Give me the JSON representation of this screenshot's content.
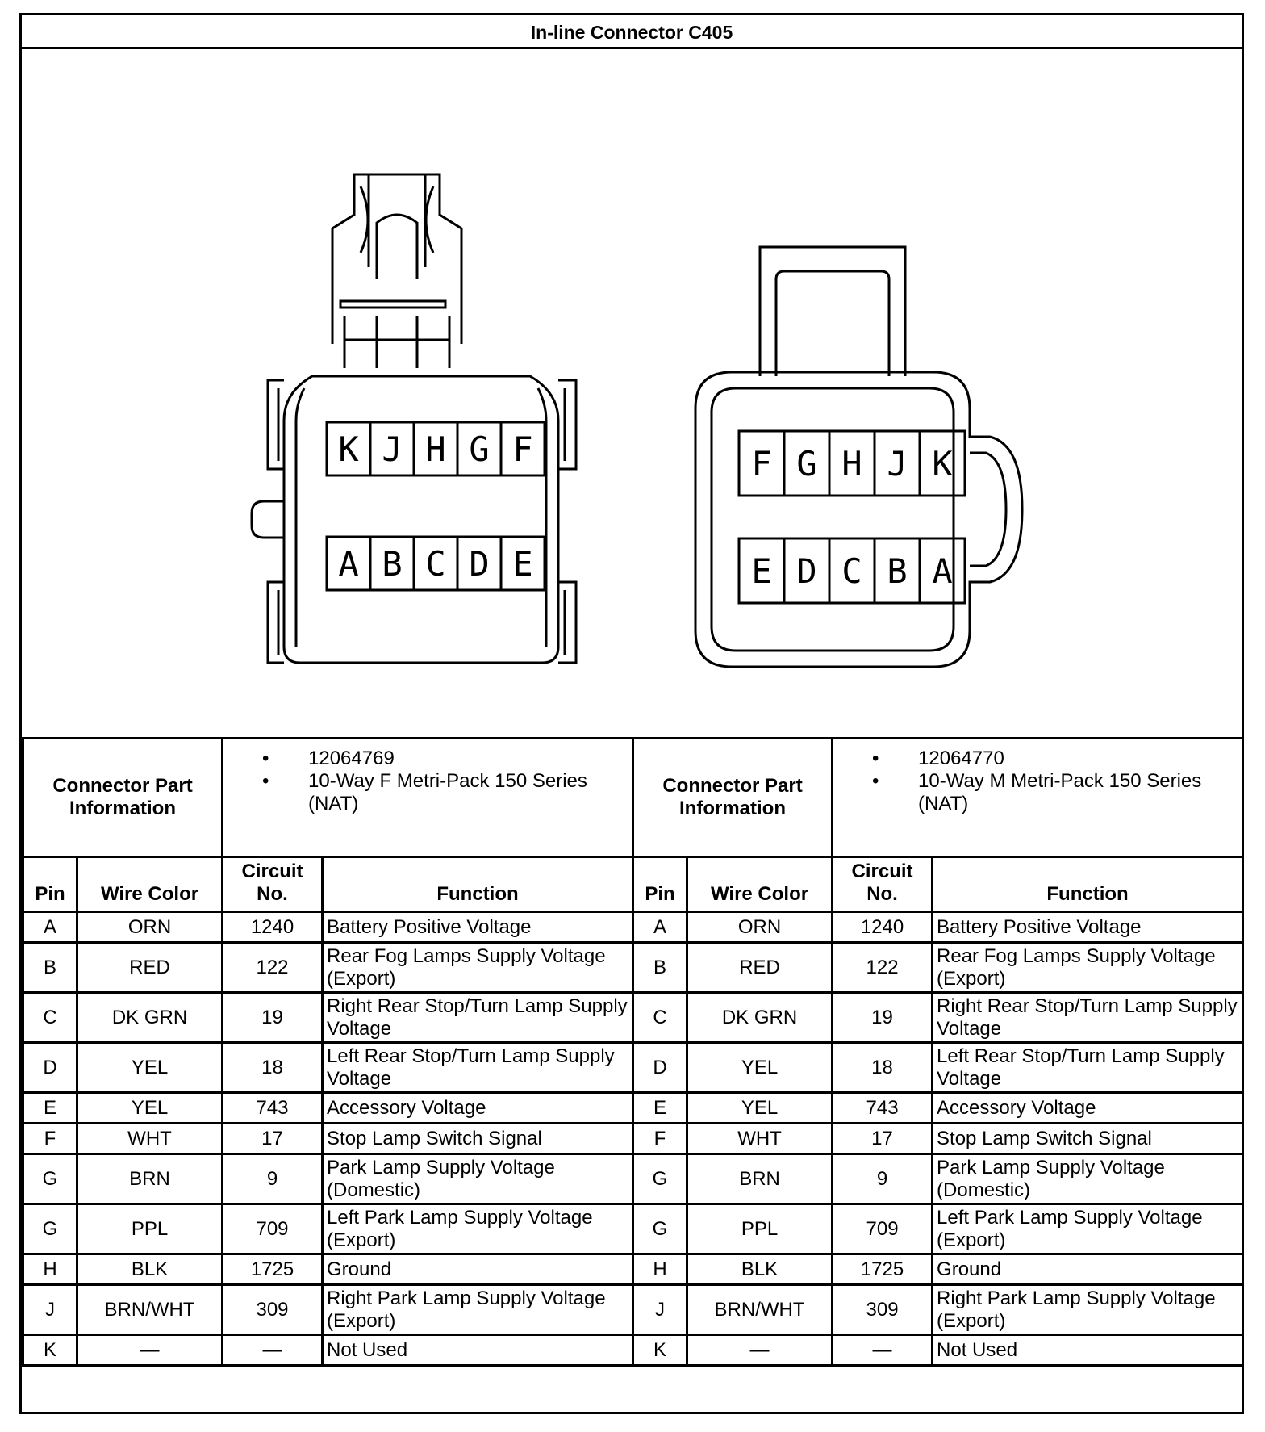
{
  "title": "In-line Connector C405",
  "left_connector": {
    "top_row": [
      "K",
      "J",
      "H",
      "G",
      "F"
    ],
    "bottom_row": [
      "A",
      "B",
      "C",
      "D",
      "E"
    ]
  },
  "right_connector": {
    "top_row": [
      "F",
      "G",
      "H",
      "J",
      "K"
    ],
    "bottom_row": [
      "E",
      "D",
      "C",
      "B",
      "A"
    ]
  },
  "part_info": [
    {
      "label": "Connector Part Information",
      "items": [
        "12064769",
        "10-Way F Metri-Pack 150 Series (NAT)"
      ]
    },
    {
      "label": "Connector Part Information",
      "items": [
        "12064770",
        "10-Way M Metri-Pack 150 Series (NAT)"
      ]
    }
  ],
  "columns": {
    "pin": "Pin",
    "wire_color": "Wire Color",
    "circuit": "Circuit No.",
    "function": "Function"
  },
  "rows": [
    {
      "pin": "A",
      "color": "ORN",
      "circuit": "1240",
      "function": "Battery Positive Voltage"
    },
    {
      "pin": "B",
      "color": "RED",
      "circuit": "122",
      "function": "Rear Fog Lamps Supply Voltage (Export)"
    },
    {
      "pin": "C",
      "color": "DK GRN",
      "circuit": "19",
      "function": "Right Rear Stop/Turn Lamp Supply Voltage"
    },
    {
      "pin": "D",
      "color": "YEL",
      "circuit": "18",
      "function": "Left Rear Stop/Turn Lamp Supply Voltage"
    },
    {
      "pin": "E",
      "color": "YEL",
      "circuit": "743",
      "function": "Accessory Voltage"
    },
    {
      "pin": "F",
      "color": "WHT",
      "circuit": "17",
      "function": "Stop Lamp Switch Signal"
    },
    {
      "pin": "G",
      "color": "BRN",
      "circuit": "9",
      "function": "Park Lamp Supply Voltage (Domestic)"
    },
    {
      "pin": "G",
      "color": "PPL",
      "circuit": "709",
      "function": "Left Park Lamp Supply Voltage (Export)"
    },
    {
      "pin": "H",
      "color": "BLK",
      "circuit": "1725",
      "function": "Ground"
    },
    {
      "pin": "J",
      "color": "BRN/WHT",
      "circuit": "309",
      "function": "Right Park Lamp Supply Voltage (Export)"
    },
    {
      "pin": "K",
      "color": "—",
      "circuit": "—",
      "function": "Not Used"
    }
  ]
}
